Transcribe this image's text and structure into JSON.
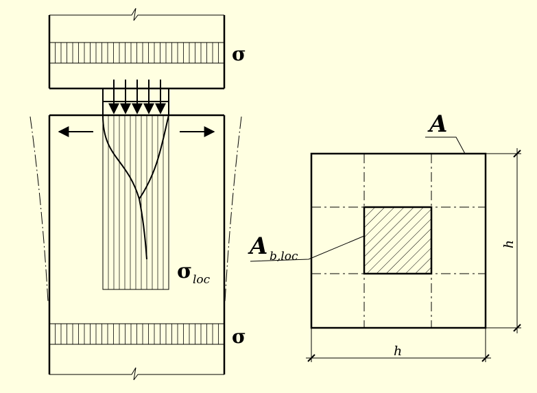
{
  "colors": {
    "background": "#ffffe1",
    "ink": "#000000"
  },
  "labels": {
    "sigma_top": "σ",
    "sigma_bottom": "σ",
    "sigma_loc_symbol": "σ",
    "sigma_loc_sub": "loc",
    "area_total": "A",
    "area_local_symbol": "A",
    "area_local_sub": "b,loc",
    "dim_h_horizontal": "h",
    "dim_h_vertical": "h"
  }
}
